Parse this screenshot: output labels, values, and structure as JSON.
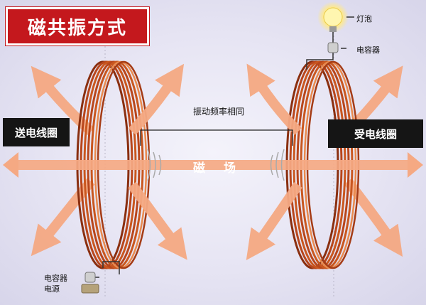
{
  "title": "磁共振方式",
  "labels": {
    "transmit_coil": "送电线圈",
    "receive_coil": "受电线圈",
    "same_frequency": "振动频率相同",
    "magnetic_field": "磁 场",
    "bulb": "灯泡",
    "capacitor_top": "电容器",
    "capacitor_bottom": "电容器",
    "power_source": "电源"
  },
  "colors": {
    "title_bg": "#c4181d",
    "coil_copper": "#b8461c",
    "coil_highlight": "#e98a4e",
    "field_arrow": "#f5a983",
    "label_bg": "#151515"
  }
}
